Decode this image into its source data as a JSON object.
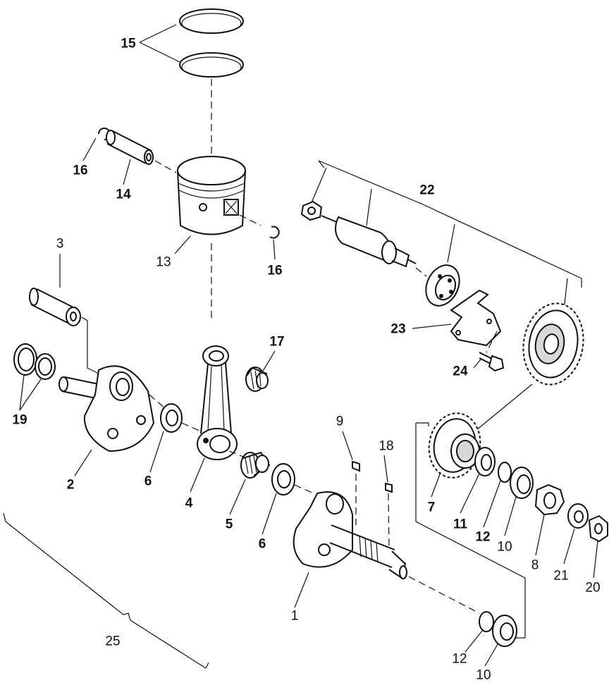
{
  "callouts": [
    {
      "id": "15",
      "text": "15"
    },
    {
      "id": "16a",
      "text": "16"
    },
    {
      "id": "14",
      "text": "14"
    },
    {
      "id": "13",
      "text": "13"
    },
    {
      "id": "16b",
      "text": "16"
    },
    {
      "id": "22",
      "text": "22"
    },
    {
      "id": "3",
      "text": "3"
    },
    {
      "id": "23",
      "text": "23"
    },
    {
      "id": "17",
      "text": "17"
    },
    {
      "id": "24",
      "text": "24"
    },
    {
      "id": "19",
      "text": "19"
    },
    {
      "id": "9",
      "text": "9"
    },
    {
      "id": "18",
      "text": "18"
    },
    {
      "id": "2",
      "text": "2"
    },
    {
      "id": "6a",
      "text": "6"
    },
    {
      "id": "4",
      "text": "4"
    },
    {
      "id": "7",
      "text": "7"
    },
    {
      "id": "11",
      "text": "11"
    },
    {
      "id": "12a",
      "text": "12"
    },
    {
      "id": "10a",
      "text": "10"
    },
    {
      "id": "5",
      "text": "5"
    },
    {
      "id": "6b",
      "text": "6"
    },
    {
      "id": "8",
      "text": "8"
    },
    {
      "id": "21",
      "text": "21"
    },
    {
      "id": "20",
      "text": "20"
    },
    {
      "id": "1",
      "text": "1"
    },
    {
      "id": "25",
      "text": "25"
    },
    {
      "id": "12b",
      "text": "12"
    },
    {
      "id": "10b",
      "text": "10"
    }
  ]
}
